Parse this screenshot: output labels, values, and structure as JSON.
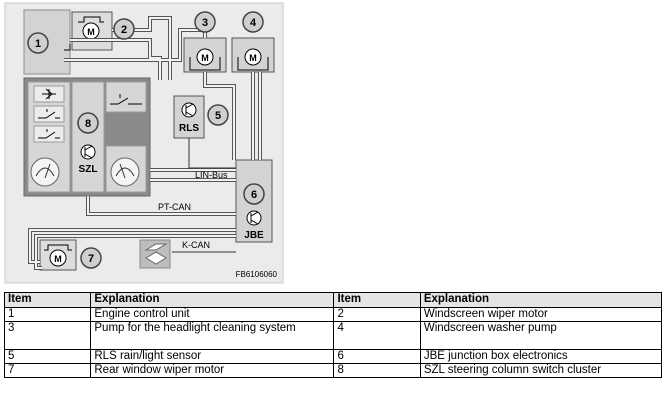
{
  "diagram": {
    "badges": [
      "1",
      "2",
      "3",
      "4",
      "5",
      "6",
      "7",
      "8"
    ],
    "labels": {
      "rls": "RLS",
      "szl": "SZL",
      "jbe": "JBE",
      "motor": "M",
      "lin_bus": "LIN-Bus",
      "pt_can": "PT-CAN",
      "k_can": "K-CAN",
      "figure_code": "FB6106060"
    }
  },
  "legend": {
    "headers": [
      "Item",
      "Explanation",
      "Item",
      "Explanation"
    ],
    "rows": [
      [
        "1",
        "Engine control unit",
        "2",
        "Windscreen wiper motor"
      ],
      [
        "3",
        "Pump for the headlight cleaning system",
        "4",
        "Windscreen washer pump"
      ],
      [
        "5",
        "RLS rain/light sensor",
        "6",
        "JBE junction box electronics"
      ],
      [
        "7",
        "Rear window wiper motor",
        "8",
        "SZL steering column switch cluster"
      ]
    ]
  }
}
